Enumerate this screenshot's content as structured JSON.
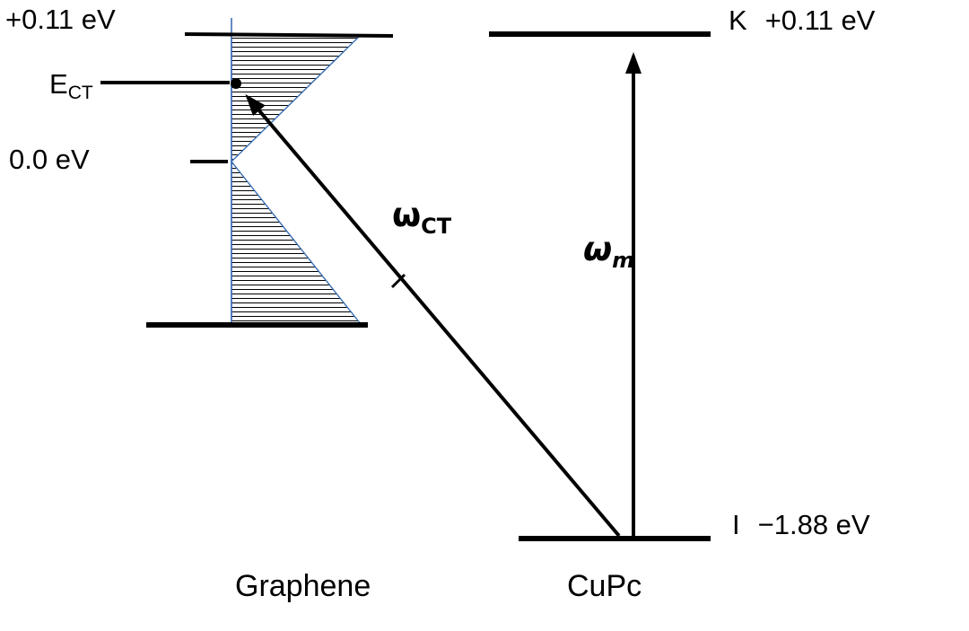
{
  "colors": {
    "ink": "#000000",
    "cone_outline": "#3a6fb5"
  },
  "graphene": {
    "name": "Graphene",
    "top_level_label": "+0.11 eV",
    "ect_label": {
      "main": "E",
      "sub": "CT"
    },
    "dirac_label": "0.0 eV"
  },
  "cupc": {
    "name": "CuPc",
    "k_level": {
      "letter": "K",
      "energy": "+0.11 eV"
    },
    "i_level": {
      "letter": "I",
      "energy": "−1.88 eV"
    }
  },
  "transitions": {
    "ct": {
      "symbol": "ω",
      "sub": "CT"
    },
    "m": {
      "symbol": "ω",
      "sub": "m"
    }
  }
}
